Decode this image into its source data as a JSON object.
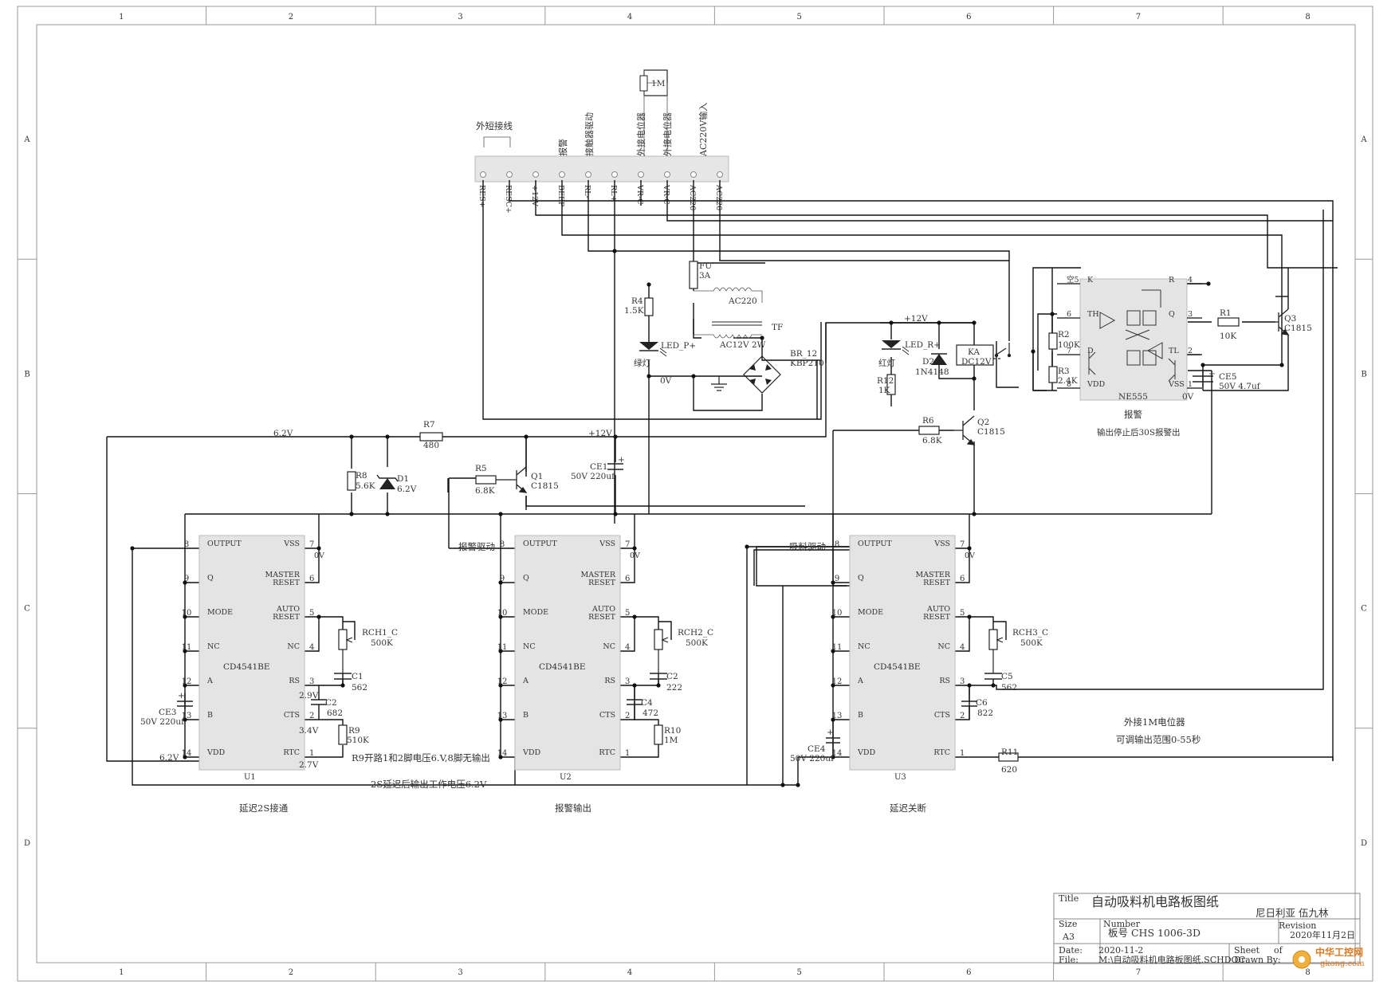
{
  "border": {
    "cols": [
      "1",
      "2",
      "3",
      "4",
      "5",
      "6",
      "7",
      "8"
    ],
    "rows": [
      "A",
      "B",
      "C",
      "D"
    ]
  },
  "connector": {
    "group_label": "外短接线",
    "top_labels": [
      "报警",
      "接触器驱动",
      "外接电位器",
      "外接电位器",
      "AC220V输入"
    ],
    "pot_label": "1M",
    "pins": [
      "RES+",
      "RESC+",
      "+12V",
      "BEEP",
      "RL-",
      "RL+",
      "VR-C",
      "VR-C",
      "AC220",
      "AC220"
    ]
  },
  "ic": {
    "left_pins": [
      {
        "n": "8",
        "name": "OUTPUT"
      },
      {
        "n": "9",
        "name": "Q"
      },
      {
        "n": "10",
        "name": "MODE"
      },
      {
        "n": "11",
        "name": "NC"
      },
      {
        "n": "12",
        "name": "A"
      },
      {
        "n": "13",
        "name": "B"
      },
      {
        "n": "14",
        "name": "VDD"
      }
    ],
    "right_pins": [
      {
        "n": "7",
        "name": "VSS"
      },
      {
        "n": "6",
        "name": "MASTER RESET"
      },
      {
        "n": "5",
        "name": "AUTO RESET"
      },
      {
        "n": "4",
        "name": "NC"
      },
      {
        "n": "3",
        "name": "RS"
      },
      {
        "n": "2",
        "name": "CTS"
      },
      {
        "n": "1",
        "name": "RTC"
      }
    ],
    "part": "CD4541BE"
  },
  "chips": [
    {
      "ref": "U1",
      "section_title": "延迟2S接通"
    },
    {
      "ref": "U2",
      "section_title": "报警输出"
    },
    {
      "ref": "U3",
      "section_title": "延迟关断"
    }
  ],
  "ne555": {
    "part": "NE555",
    "title": "报警",
    "note": "输出停止后30S报警出",
    "left_pins": [
      {
        "n": "空5",
        "name": "K"
      },
      {
        "n": "6",
        "name": "TH"
      },
      {
        "n": "7",
        "name": "D"
      },
      {
        "n": "8",
        "name": "VDD"
      }
    ],
    "right_pins": [
      {
        "n": "4",
        "name": "R"
      },
      {
        "n": "3",
        "name": "Q"
      },
      {
        "n": "2",
        "name": "TL"
      },
      {
        "n": "1",
        "name": "VSS"
      }
    ]
  },
  "parts": {
    "R1": [
      "R1",
      "10K"
    ],
    "R2": [
      "R2",
      "100K"
    ],
    "R3": [
      "R3",
      "2.4K"
    ],
    "R4": [
      "R4",
      "1.5K"
    ],
    "R5": [
      "R5",
      "6.8K"
    ],
    "R6": [
      "R6",
      "6.8K"
    ],
    "R7": [
      "R7",
      "480"
    ],
    "R8": [
      "R8",
      "5.6K"
    ],
    "R9": [
      "R9",
      "510K"
    ],
    "R10": [
      "R10",
      "1M"
    ],
    "R11": [
      "R11",
      "620"
    ],
    "R12": [
      "R12",
      "1K"
    ],
    "C1": [
      "C1",
      "562"
    ],
    "C2a": [
      "C2",
      "682"
    ],
    "C2b": [
      "C2",
      "222"
    ],
    "C4": [
      "C4",
      "472"
    ],
    "C5": [
      "C5",
      "562"
    ],
    "C6": [
      "C6",
      "822"
    ],
    "CE1": [
      "CE1",
      "50V 220uf"
    ],
    "CE3": [
      "CE3",
      "50V 220uf"
    ],
    "CE4": [
      "CE4",
      "50V 220uf"
    ],
    "CE5": [
      "CE5",
      "50V 4.7uf"
    ],
    "RCH1": [
      "RCH1_C",
      "500K"
    ],
    "RCH2": [
      "RCH2_C",
      "500K"
    ],
    "RCH3": [
      "RCH3_C",
      "500K"
    ],
    "D1": [
      "D1",
      "6.2V"
    ],
    "D2": [
      "D2",
      "1N4148"
    ],
    "Q1": [
      "Q1",
      "C1815"
    ],
    "Q2": [
      "Q2",
      "C1815"
    ],
    "Q3": [
      "Q3",
      "C1815"
    ],
    "FU": [
      "FU",
      "3A"
    ],
    "KA": [
      "KA",
      "DC12V"
    ],
    "BR": [
      "BR_12",
      "KBP210"
    ],
    "TF": "TF",
    "TF_pri": "AC220",
    "TF_sec": "AC12V 2W",
    "LEDP": "LED_P+",
    "LEDR": "LED_R+",
    "green": "绿灯",
    "red": "红灯"
  },
  "nets": {
    "v62": "6.2V",
    "p12a": "+12V",
    "p12b": "+12V",
    "ov": "0V",
    "ov3": "0V",
    "v62b": "6.2V",
    "u1_v3": "2.9V",
    "u1_v2": "3.4V",
    "u1_v1": "2.7V",
    "drive_alarm": "报警驱动",
    "drive_suck": "吸料驱动"
  },
  "notes": {
    "n_r9": "R9开路1和2脚电压6.V,8脚无输出",
    "n_2s": "2S延迟后输出工作电压6.2V",
    "n_ext1": "外接1M电位器",
    "n_ext2": "可调输出范围0-55秒"
  },
  "title_block": {
    "title_label": "Title",
    "title": "自动吸料机电路板图纸",
    "company": "尼日利亚 伍九林",
    "size_label": "Size",
    "size": "A3",
    "number_label": "Number",
    "number": "板号 CHS 1006-3D",
    "revision_label": "Revision",
    "revision": "2020年11月2日",
    "date_label": "Date:",
    "date": "2020-11-2",
    "file_label": "File:",
    "file": "M:\\自动吸料机电路板图纸.SCHDOC",
    "sheet_label": "Sheet",
    "of_label": "of",
    "drawn_label": "Drawn By:"
  },
  "watermark": {
    "brand": "中华工控网",
    "url": "gkong.com"
  }
}
